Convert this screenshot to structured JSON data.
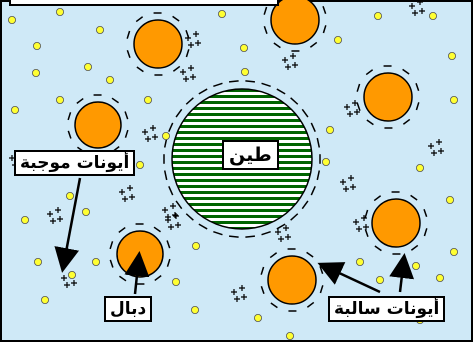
{
  "labels": {
    "clay": "طين",
    "positive_ions": "أيونات موجبة",
    "humus": "دبال",
    "negative_ions": "أيونات سالبة"
  },
  "colors": {
    "background": "#cfe9f7",
    "humus_fill": "#ff9900",
    "clay_stripe": "#006400",
    "cation_dot": "#ffff33",
    "arrow": "#000000"
  }
}
